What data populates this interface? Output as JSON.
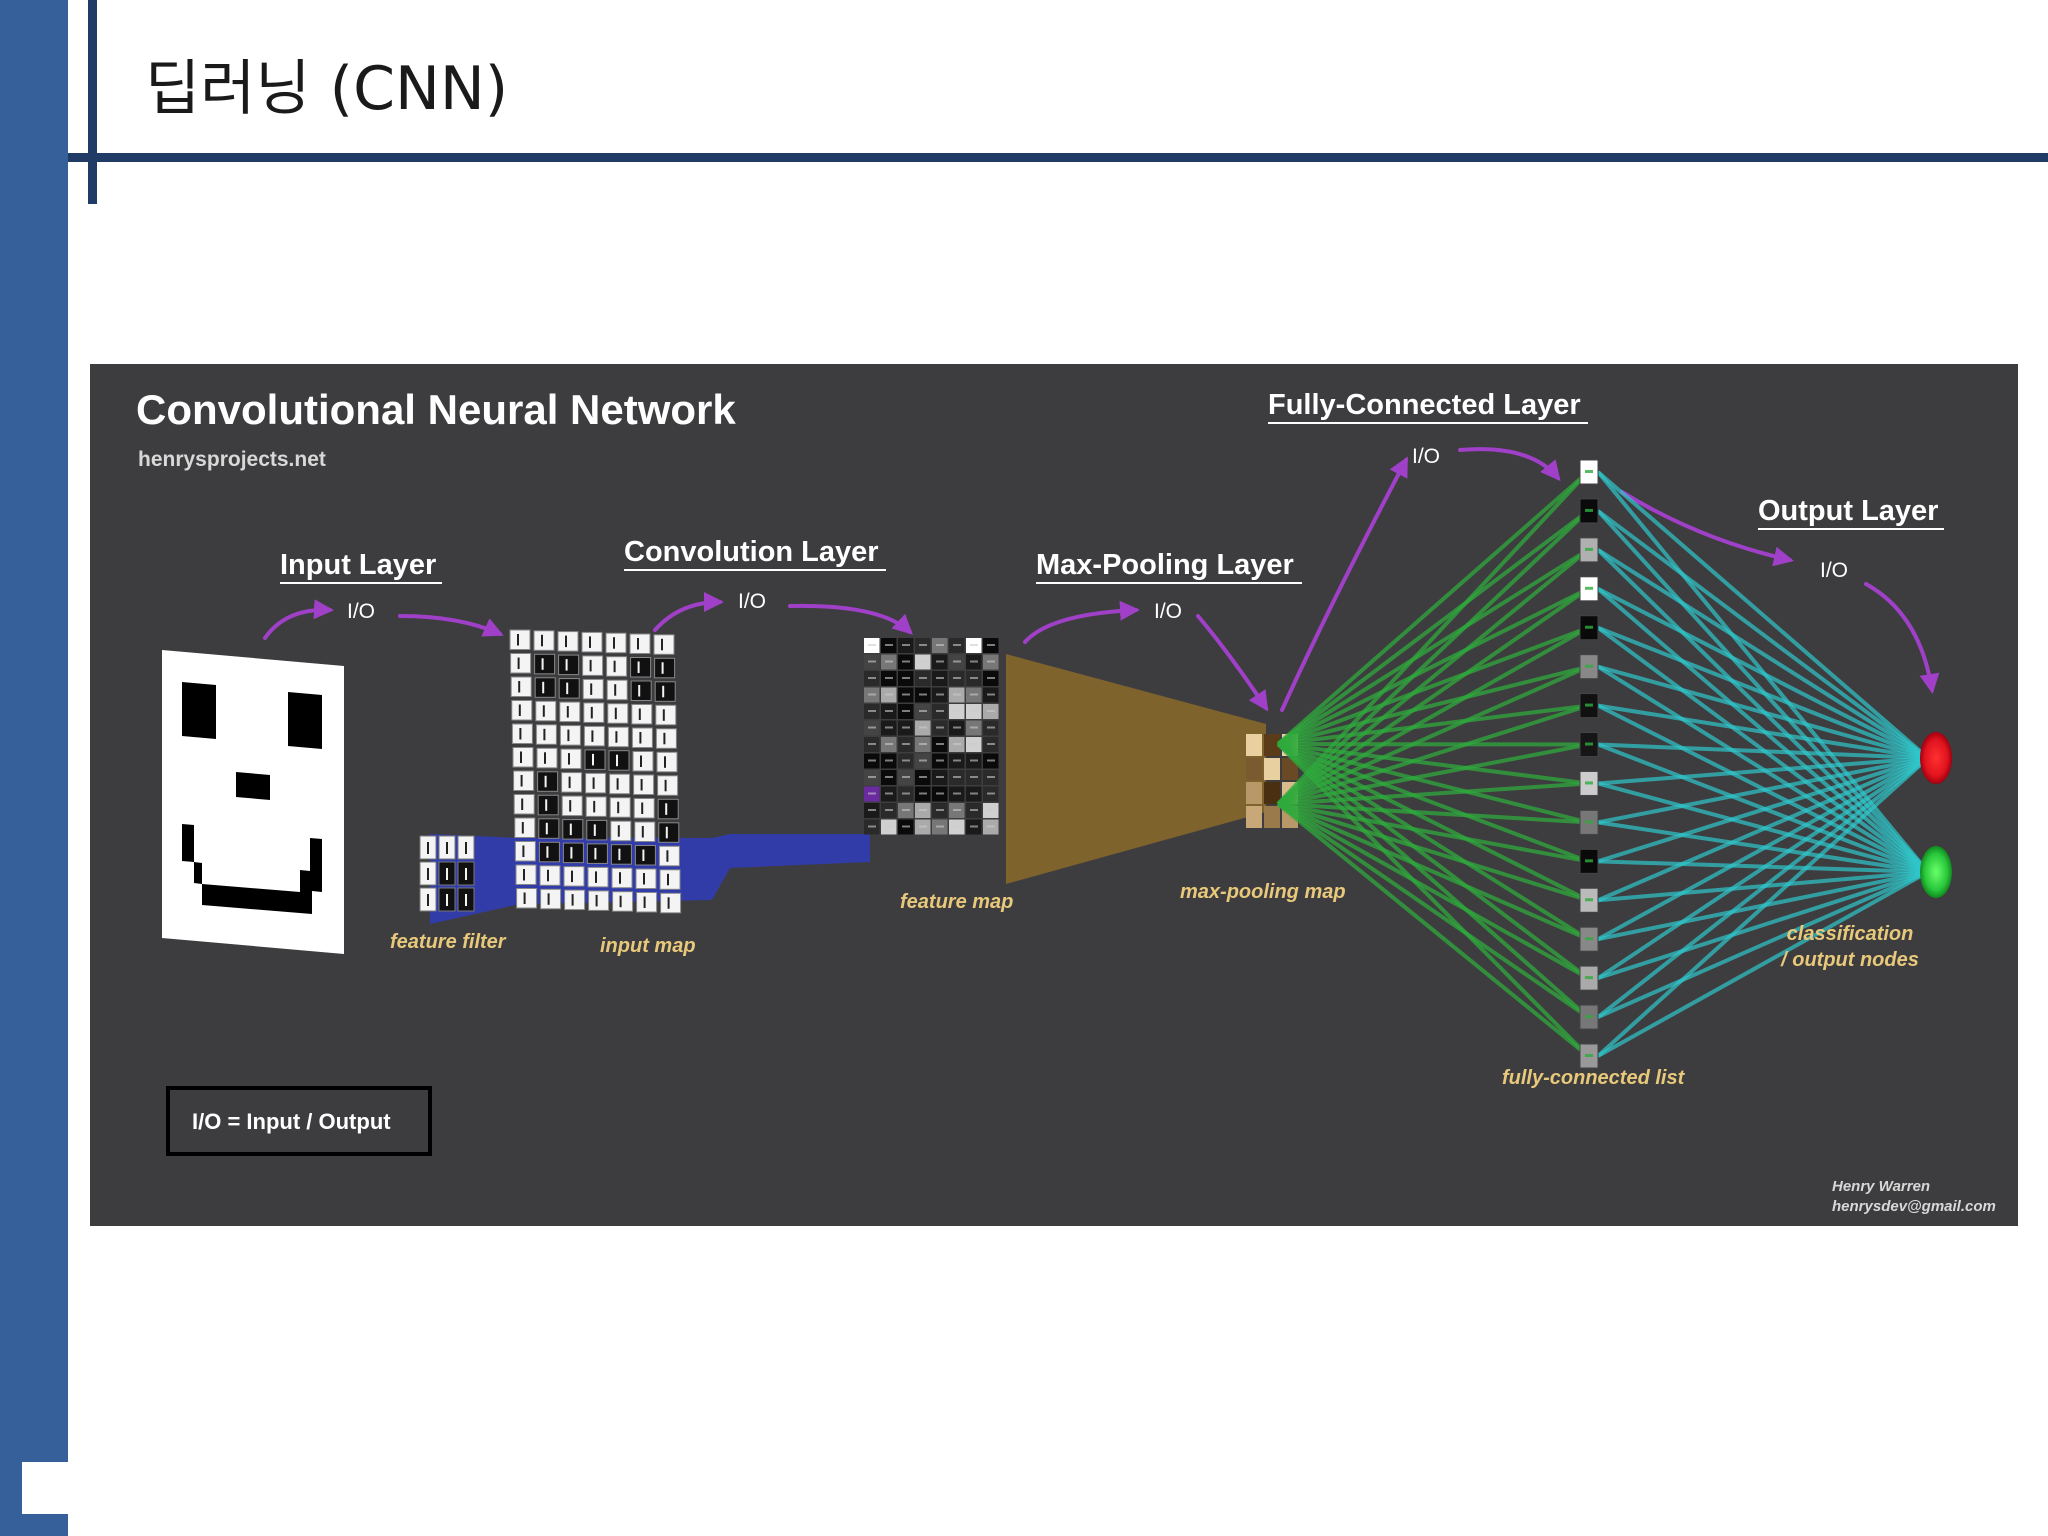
{
  "slide": {
    "title": "딥러닝 (CNN)"
  },
  "figure": {
    "title": "Convolutional Neural Network",
    "website": "henrysprojects.net",
    "layers": {
      "input": "Input Layer",
      "convolution": "Convolution Layer",
      "max_pooling": "Max-Pooling Layer",
      "fully_connected": "Fully-Connected Layer",
      "output": "Output Layer"
    },
    "io_label": "I/O",
    "captions": {
      "feature_filter": "feature filter",
      "input_map": "input map",
      "feature_map": "feature map",
      "max_pooling_map": "max-pooling map",
      "fully_connected_list": "fully-connected list",
      "output_nodes_line1": "classification",
      "output_nodes_line2": "/ output nodes"
    },
    "legend": "I/O = Input / Output",
    "author": "Henry Warren",
    "email": "henrysdev@gmail.com",
    "colors": {
      "background": "#3d3d3f",
      "arrow": "#a040c8",
      "caption": "#e8c87a",
      "green_link": "#2faa3c",
      "cyan_link": "#2fc8cc",
      "red_node": "#e0141e",
      "green_node": "#29c83c",
      "filter_glow": "#2a3cff",
      "pool_glow": "#8a6a2a"
    }
  }
}
